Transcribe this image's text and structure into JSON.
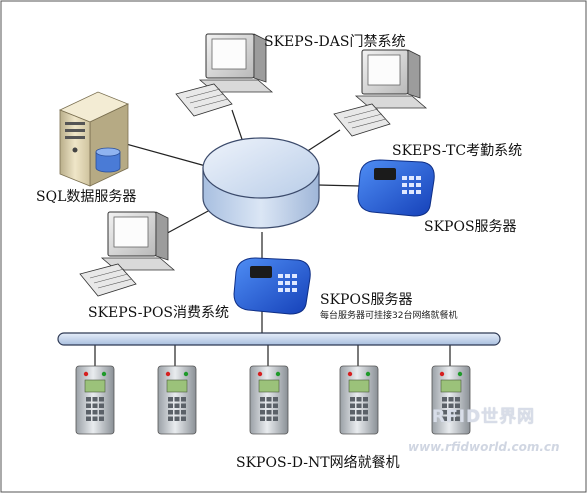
{
  "nodes": {
    "access_control": "SKEPS-DAS门禁系统",
    "attendance": "SKEPS-TC考勤系统",
    "sql_server": "SQL数据服务器",
    "pos_server_right": "SKPOS服务器",
    "pos_system": "SKEPS-POS消费系统",
    "pos_server_center": "SKPOS服务器",
    "pos_server_note": "每台服务器可挂接32台网络就餐机",
    "terminals": "SKPOS-D-NT网络就餐机"
  },
  "watermark": {
    "brand": "RFID世界网",
    "url": "www.rfidworld.com.cn"
  },
  "colors": {
    "hub_fill": "#c9d9ef",
    "hub_edge": "#3b4a6b",
    "bus_fill": "#c9d9ef",
    "device_blue": "#1e5fd8",
    "frame": "#555555"
  }
}
